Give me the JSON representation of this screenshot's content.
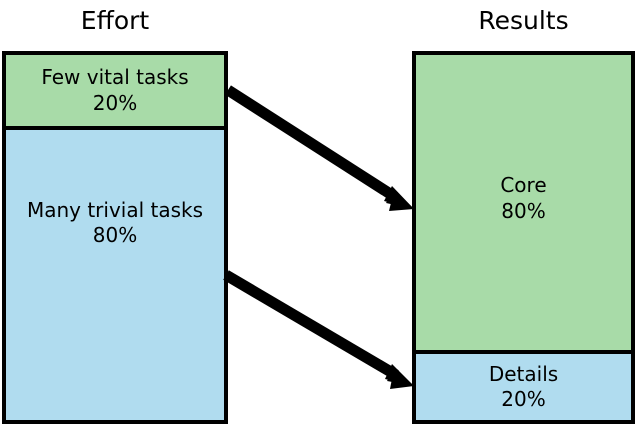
{
  "diagram": {
    "type": "pareto-80-20-flow",
    "background_color": "#ffffff",
    "stroke_color": "#000000",
    "colors": {
      "vital_green": "#a8dba8",
      "trivial_blue": "#b0dcef",
      "outline": "#000000"
    },
    "columns": [
      {
        "id": "effort",
        "title": "Effort",
        "segments": [
          {
            "id": "few-vital-tasks",
            "label": "Few vital tasks",
            "value": "20%",
            "percent": 20,
            "color": "#a8dba8"
          },
          {
            "id": "many-trivial-tasks",
            "label": "Many trivial tasks",
            "value": "80%",
            "percent": 80,
            "color": "#b0dcef"
          }
        ]
      },
      {
        "id": "results",
        "title": "Results",
        "segments": [
          {
            "id": "core",
            "label": "Core",
            "value": "80%",
            "percent": 80,
            "color": "#a8dba8"
          },
          {
            "id": "details",
            "label": "Details",
            "value": "20%",
            "percent": 20,
            "color": "#b0dcef"
          }
        ]
      }
    ],
    "arrows": [
      {
        "id": "vital-to-core",
        "from": "few-vital-tasks",
        "to": "core",
        "color": "#000000"
      },
      {
        "id": "trivial-to-details",
        "from": "many-trivial-tasks",
        "to": "details",
        "color": "#000000"
      }
    ]
  }
}
